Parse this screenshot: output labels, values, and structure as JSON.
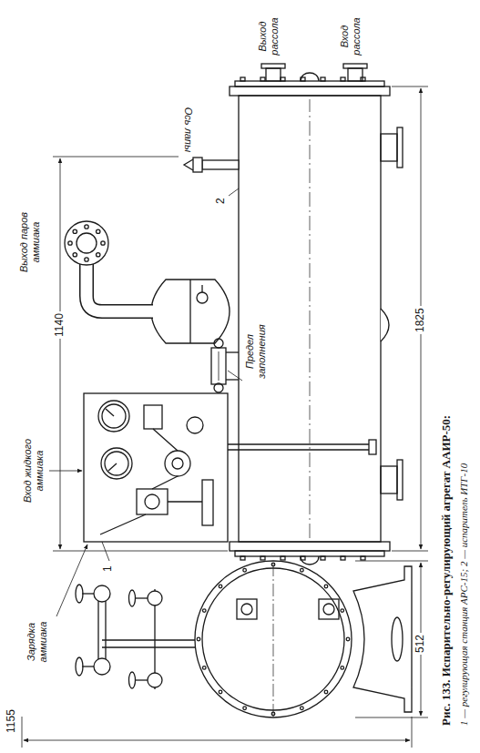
{
  "diagram": {
    "caption": "Рис. 133. Испарительно-регулирующий агрегат ААИР-50:",
    "labels": [
      "Выход рассола",
      "Вход рассола",
      "Ось лапы",
      "Выход паров аммиака",
      "1140",
      "Вход жидкого аммиака",
      "Зарядка аммиака",
      "Предел заполнения",
      "1825",
      "2",
      "1",
      "1155",
      "512",
      "1 — регулирующая станция АРС-15; 2 — испаритель ИТГ-10"
    ]
  }
}
